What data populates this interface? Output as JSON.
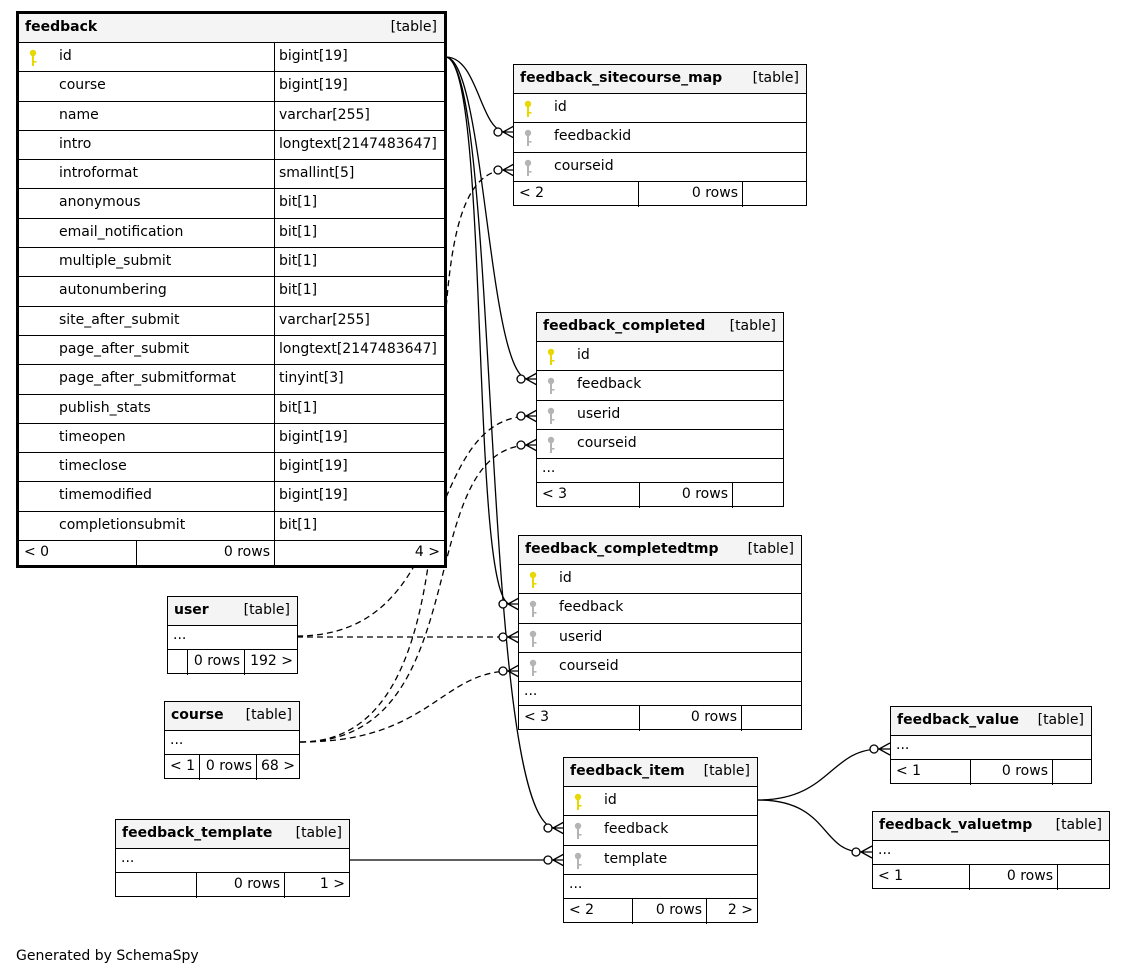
{
  "footer_credit": "Generated by SchemaSpy",
  "tables": {
    "feedback": {
      "name": "feedback",
      "type": "[table]",
      "columns": [
        {
          "name": "id",
          "type": "bigint[19]"
        },
        {
          "name": "course",
          "type": "bigint[19]"
        },
        {
          "name": "name",
          "type": "varchar[255]"
        },
        {
          "name": "intro",
          "type": "longtext[2147483647]"
        },
        {
          "name": "introformat",
          "type": "smallint[5]"
        },
        {
          "name": "anonymous",
          "type": "bit[1]"
        },
        {
          "name": "email_notification",
          "type": "bit[1]"
        },
        {
          "name": "multiple_submit",
          "type": "bit[1]"
        },
        {
          "name": "autonumbering",
          "type": "bit[1]"
        },
        {
          "name": "site_after_submit",
          "type": "varchar[255]"
        },
        {
          "name": "page_after_submit",
          "type": "longtext[2147483647]"
        },
        {
          "name": "page_after_submitformat",
          "type": "tinyint[3]"
        },
        {
          "name": "publish_stats",
          "type": "bit[1]"
        },
        {
          "name": "timeopen",
          "type": "bigint[19]"
        },
        {
          "name": "timeclose",
          "type": "bigint[19]"
        },
        {
          "name": "timemodified",
          "type": "bigint[19]"
        },
        {
          "name": "completionsubmit",
          "type": "bit[1]"
        }
      ],
      "footer": {
        "parents": "< 0",
        "rows": "0 rows",
        "children": "4 >"
      }
    },
    "feedback_sitecourse_map": {
      "name": "feedback_sitecourse_map",
      "type": "[table]",
      "columns": [
        "id",
        "feedbackid",
        "courseid"
      ],
      "footer": {
        "parents": "< 2",
        "rows": "0 rows",
        "children": ""
      }
    },
    "feedback_completed": {
      "name": "feedback_completed",
      "type": "[table]",
      "columns": [
        "id",
        "feedback",
        "userid",
        "courseid"
      ],
      "more": "...",
      "footer": {
        "parents": "< 3",
        "rows": "0 rows",
        "children": ""
      }
    },
    "feedback_completedtmp": {
      "name": "feedback_completedtmp",
      "type": "[table]",
      "columns": [
        "id",
        "feedback",
        "userid",
        "courseid"
      ],
      "more": "...",
      "footer": {
        "parents": "< 3",
        "rows": "0 rows",
        "children": ""
      }
    },
    "user": {
      "name": "user",
      "type": "[table]",
      "more": "...",
      "footer": {
        "parents": "",
        "rows": "0 rows",
        "children": "192 >"
      }
    },
    "course": {
      "name": "course",
      "type": "[table]",
      "more": "...",
      "footer": {
        "parents": "< 1",
        "rows": "0 rows",
        "children": "68 >"
      }
    },
    "feedback_item": {
      "name": "feedback_item",
      "type": "[table]",
      "columns": [
        "id",
        "feedback",
        "template"
      ],
      "more": "...",
      "footer": {
        "parents": "< 2",
        "rows": "0 rows",
        "children": "2 >"
      }
    },
    "feedback_value": {
      "name": "feedback_value",
      "type": "[table]",
      "more": "...",
      "footer": {
        "parents": "< 1",
        "rows": "0 rows",
        "children": ""
      }
    },
    "feedback_valuetmp": {
      "name": "feedback_valuetmp",
      "type": "[table]",
      "more": "...",
      "footer": {
        "parents": "< 1",
        "rows": "0 rows",
        "children": ""
      }
    },
    "feedback_template": {
      "name": "feedback_template",
      "type": "[table]",
      "more": "...",
      "footer": {
        "parents": "",
        "rows": "0 rows",
        "children": "1 >"
      }
    }
  },
  "colors": {
    "primary_key": "#e6d800",
    "foreign_key": "#b4b4b4",
    "header_bg": "#f4f4f4"
  }
}
